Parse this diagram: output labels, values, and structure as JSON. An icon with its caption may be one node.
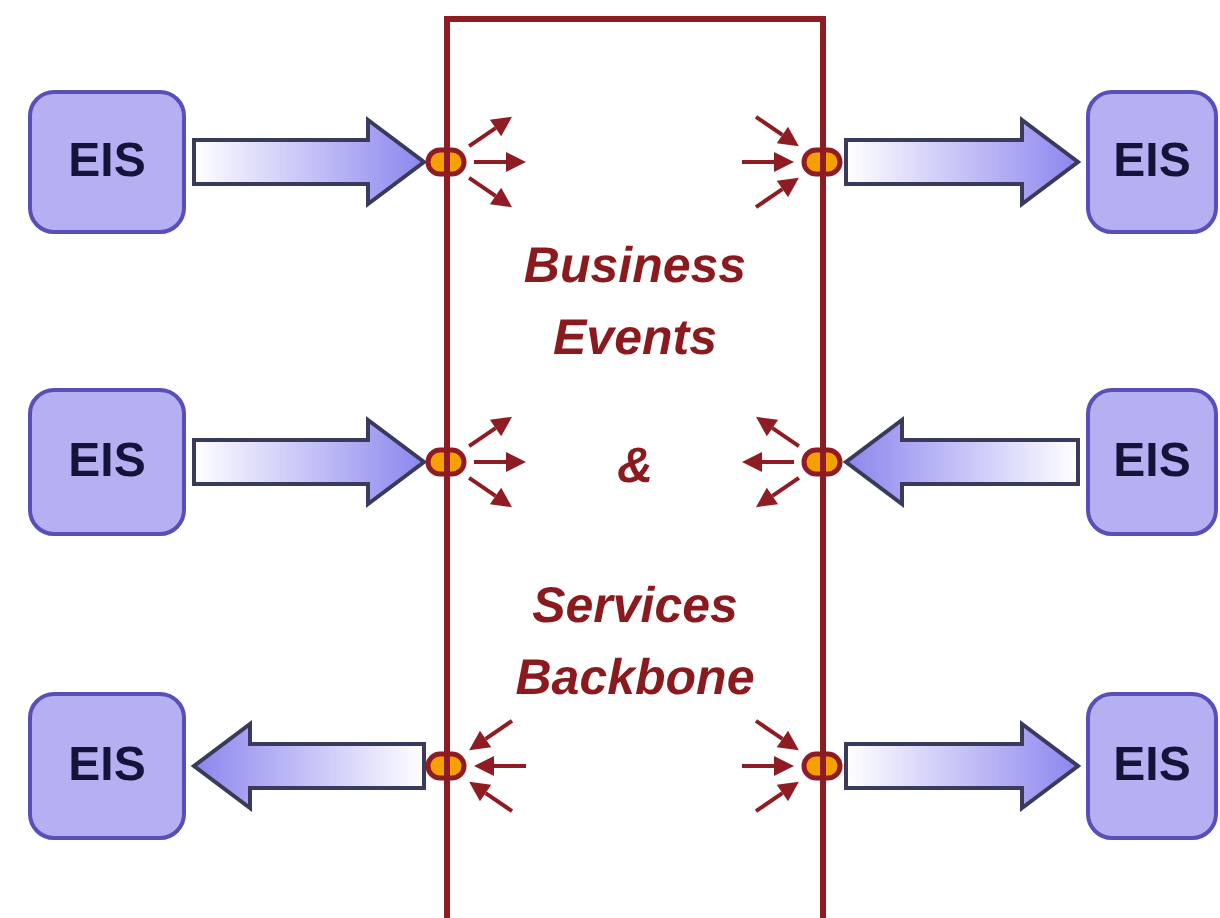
{
  "diagram": {
    "nodes": [
      {
        "text": [
          "Business Events",
          "&",
          "Services Backbone"
        ]
      },
      {
        "text": [
          "EIS"
        ]
      },
      {
        "text": [
          "EIS"
        ]
      },
      {
        "text": [
          "EIS"
        ]
      },
      {
        "text": [
          "EIS"
        ]
      },
      {
        "text": [
          "EIS"
        ]
      },
      {
        "text": [
          "EIS"
        ]
      }
    ],
    "edges": [
      {
        "from": 1,
        "to": 0,
        "arrow": "to"
      },
      {
        "from": 0,
        "to": 2,
        "arrow": "to"
      },
      {
        "from": 3,
        "to": 0,
        "arrow": "to"
      },
      {
        "from": 4,
        "to": 0,
        "arrow": "to"
      },
      {
        "from": 0,
        "to": 5,
        "arrow": "to"
      },
      {
        "from": 0,
        "to": 6,
        "arrow": "to"
      }
    ]
  }
}
